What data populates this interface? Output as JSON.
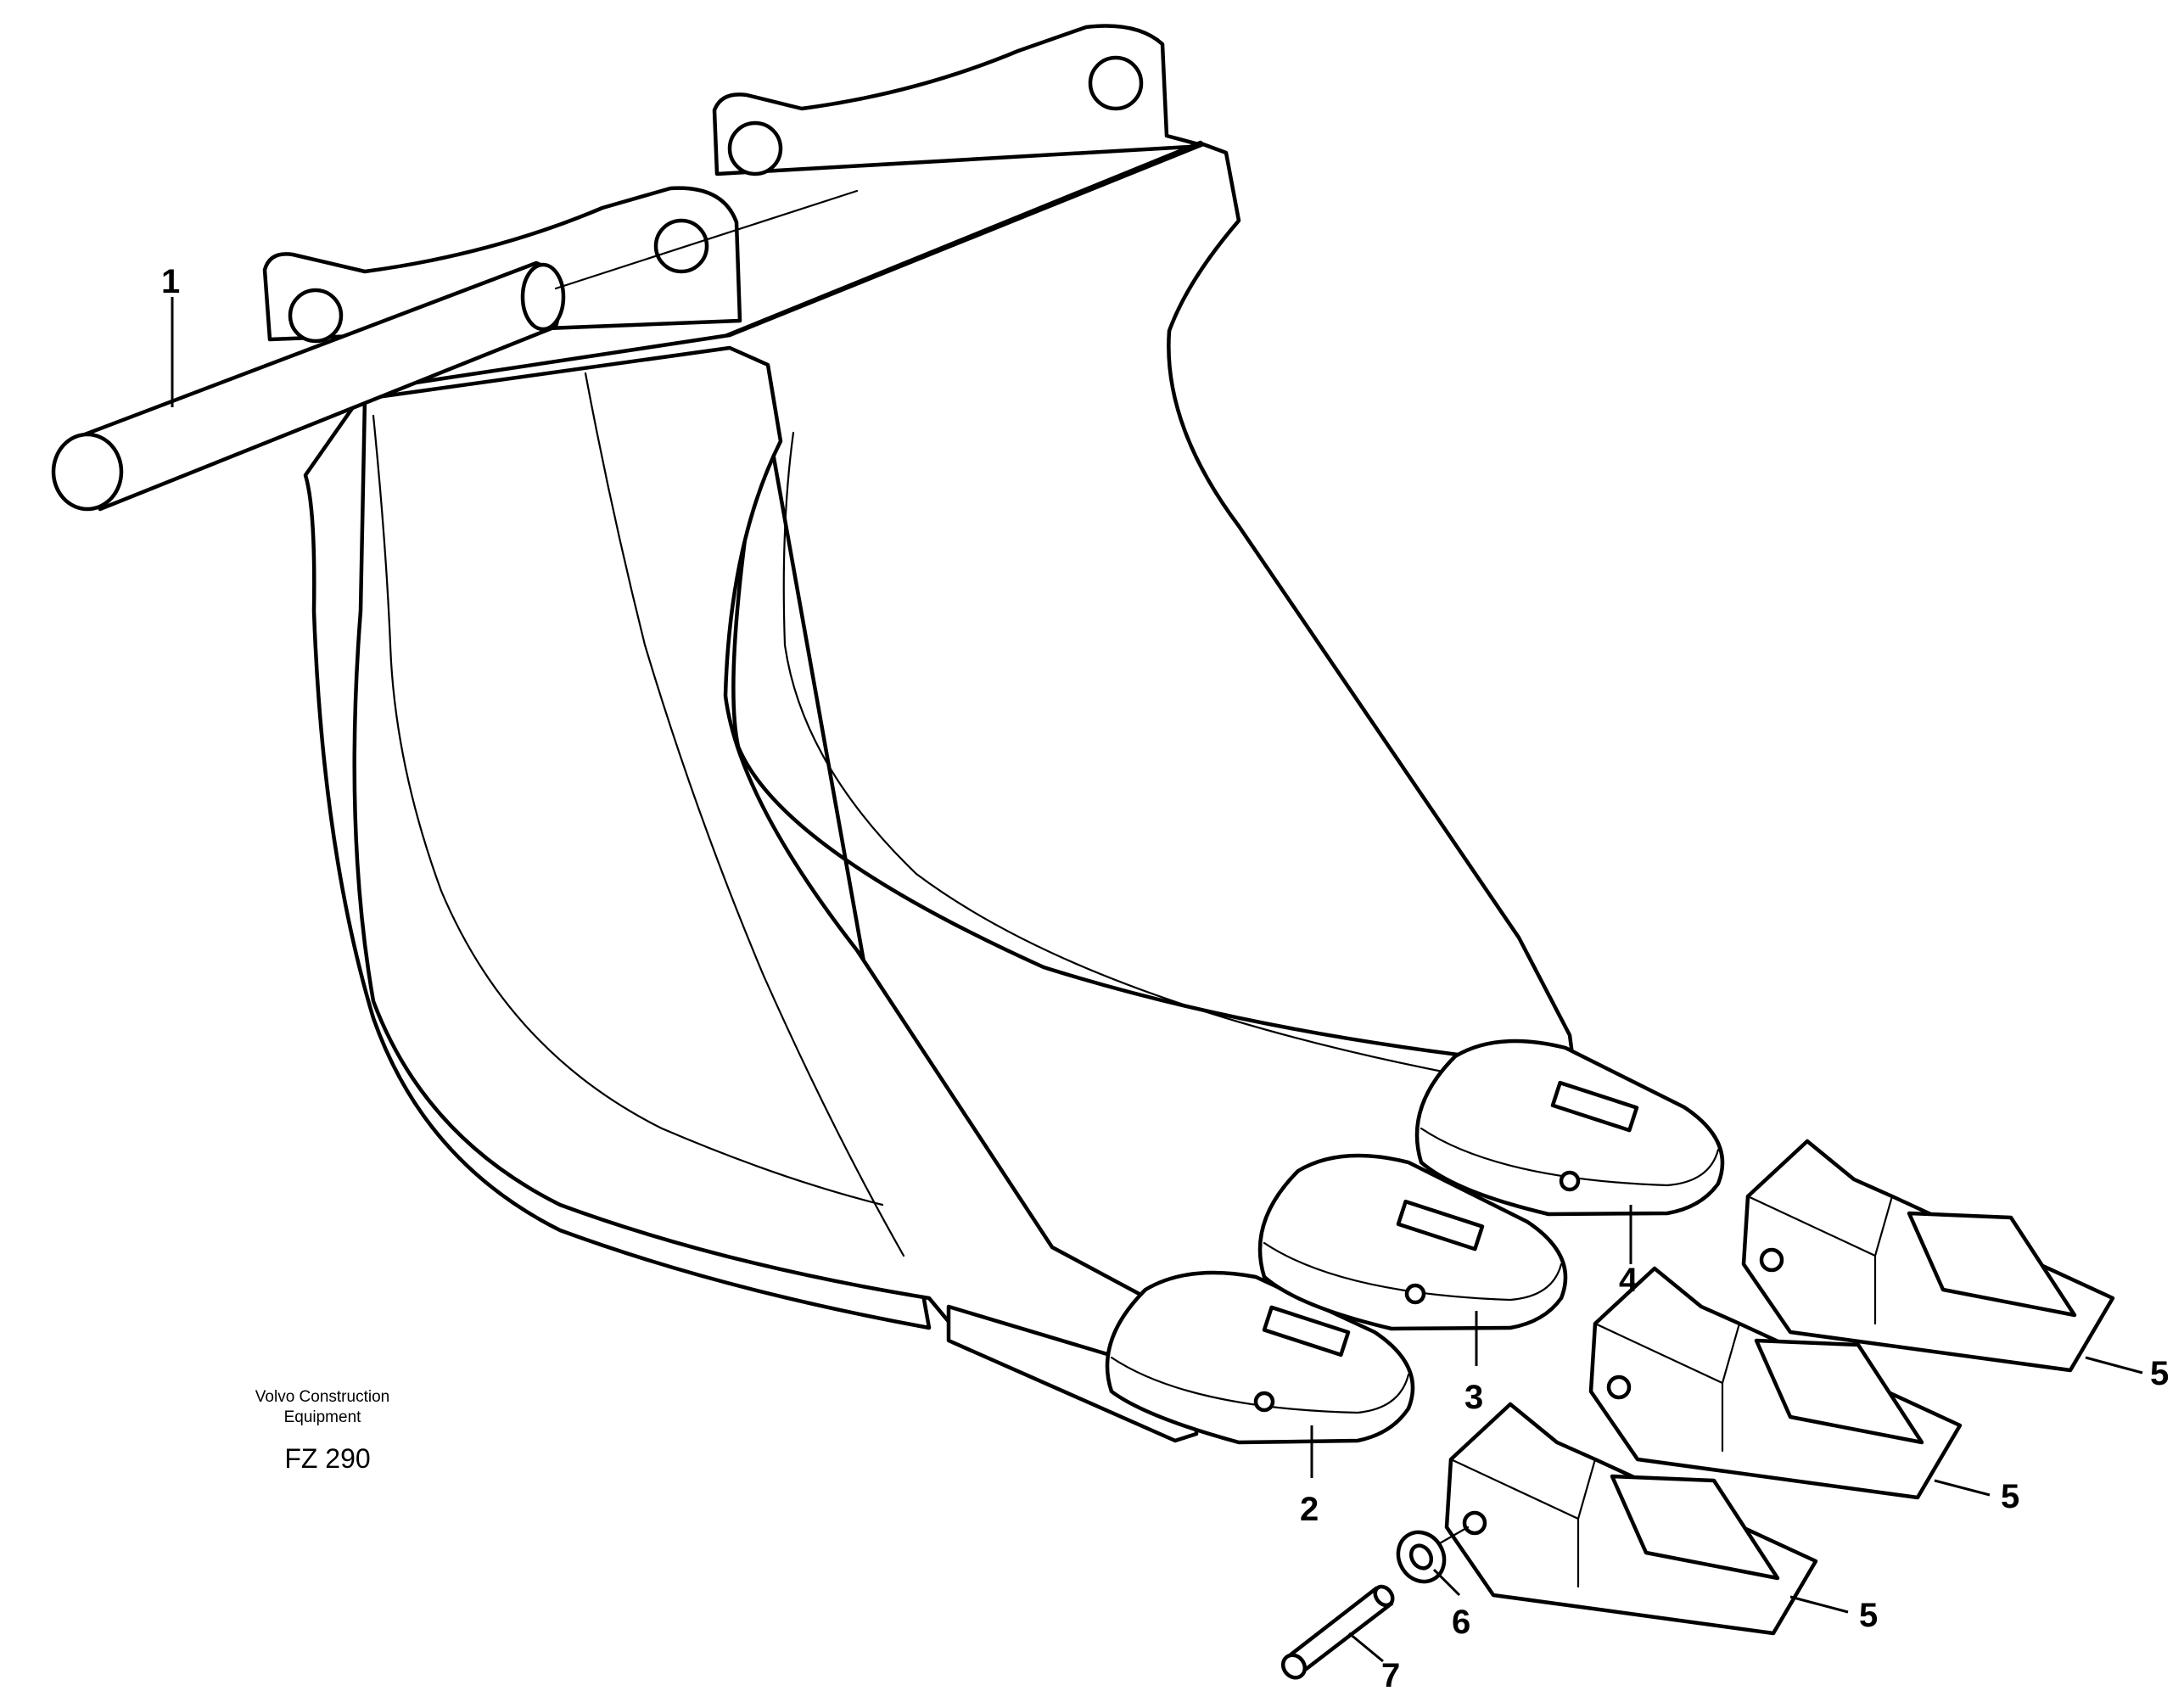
{
  "callouts": {
    "c1": "1",
    "c2": "2",
    "c3": "3",
    "c4": "4",
    "c5a": "5",
    "c5b": "5",
    "c5c": "5",
    "c6": "6",
    "c7": "7"
  },
  "caption": {
    "line1": "Volvo Construction",
    "line2": "Equipment",
    "code": "FZ 290"
  }
}
